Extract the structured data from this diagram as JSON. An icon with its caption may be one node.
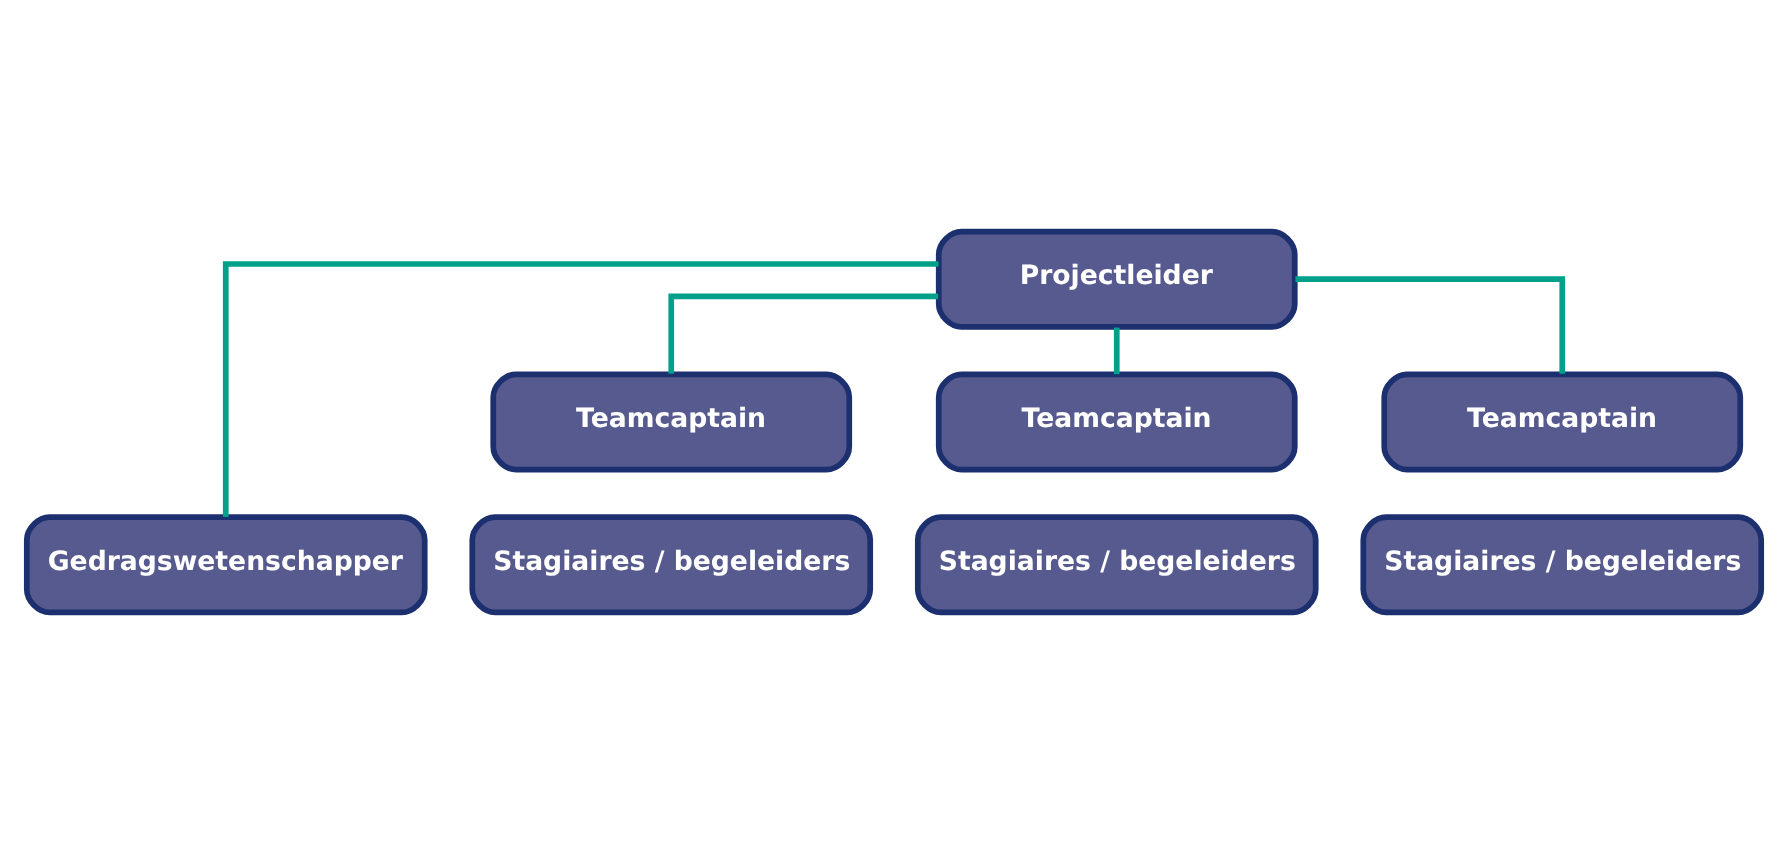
{
  "diagram": {
    "nodes": [
      {
        "text": [
          "Projectleider"
        ]
      },
      {
        "text": [
          "Gedragswetenschapper"
        ]
      },
      {
        "text": [
          "Teamcaptain"
        ]
      },
      {
        "text": [
          "Teamcaptain"
        ]
      },
      {
        "text": [
          "Teamcaptain"
        ]
      },
      {
        "text": [
          "Stagiaires / begeleiders"
        ]
      },
      {
        "text": [
          "Stagiaires / begeleiders"
        ]
      },
      {
        "text": [
          "Stagiaires / begeleiders"
        ]
      }
    ],
    "edges": [
      {
        "from": 0,
        "to": 1,
        "arrow": "none"
      },
      {
        "from": 0,
        "to": 2,
        "arrow": "none"
      },
      {
        "from": 0,
        "to": 3,
        "arrow": "none"
      },
      {
        "from": 0,
        "to": 4,
        "arrow": "none"
      }
    ]
  }
}
